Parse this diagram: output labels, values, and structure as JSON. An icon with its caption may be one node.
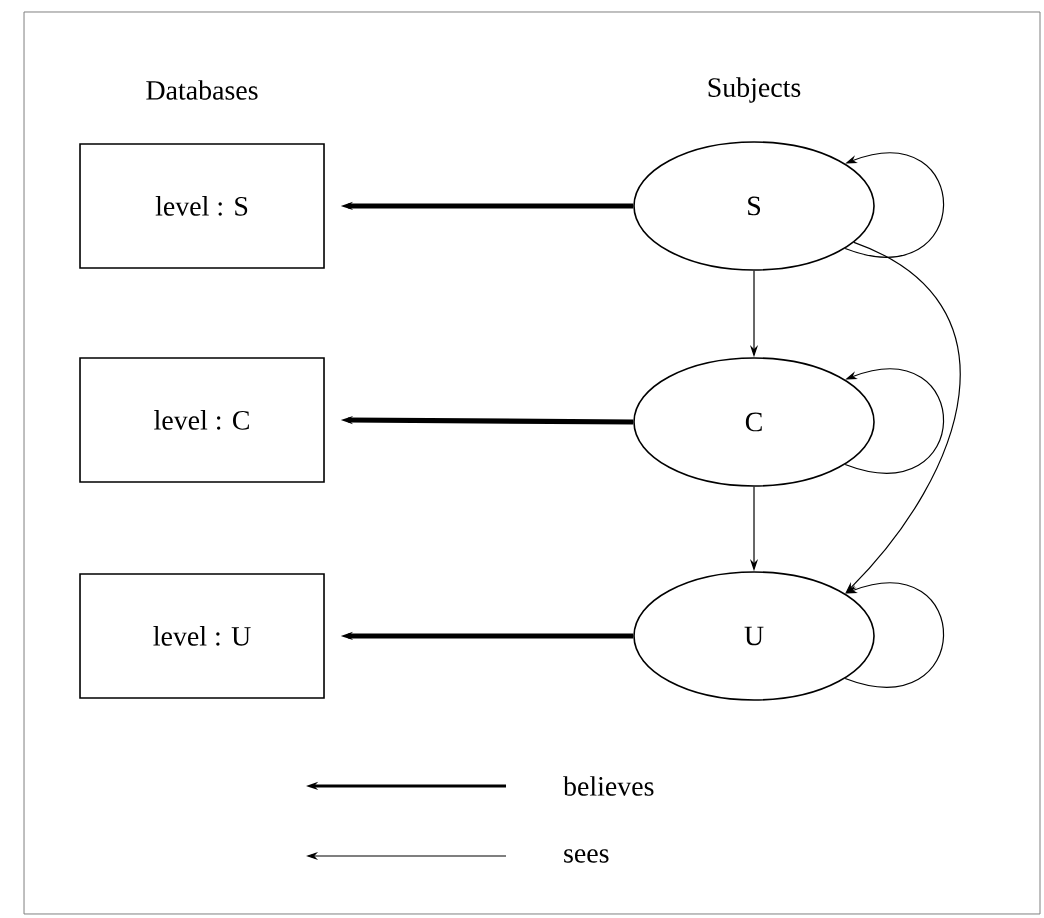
{
  "diagram": {
    "nodes": [
      {
        "text": [
          "level : S"
        ]
      },
      {
        "text": [
          "level : C"
        ]
      },
      {
        "text": [
          "level : U"
        ]
      },
      {
        "text": [
          "S"
        ]
      },
      {
        "text": [
          "C"
        ]
      },
      {
        "text": [
          "U"
        ]
      }
    ],
    "edges": [
      {
        "from": 3,
        "to": 0,
        "arrow": "to",
        "style": "thick"
      },
      {
        "from": 4,
        "to": 1,
        "arrow": "to",
        "style": "thick"
      },
      {
        "from": 5,
        "to": 2,
        "arrow": "to",
        "style": "thick"
      },
      {
        "from": 3,
        "to": 4,
        "arrow": "to"
      },
      {
        "from": 4,
        "to": 5,
        "arrow": "to"
      },
      {
        "from": 3,
        "to": 5,
        "arrow": "to"
      },
      {
        "from": 3,
        "to": 3,
        "arrow": "to"
      },
      {
        "from": 4,
        "to": 4,
        "arrow": "to"
      },
      {
        "from": 5,
        "to": 5,
        "arrow": "to"
      }
    ],
    "labels": [
      "Databases",
      "Subjects"
    ],
    "legend": [
      {
        "text": "believes"
      },
      {
        "text": "sees"
      }
    ]
  }
}
